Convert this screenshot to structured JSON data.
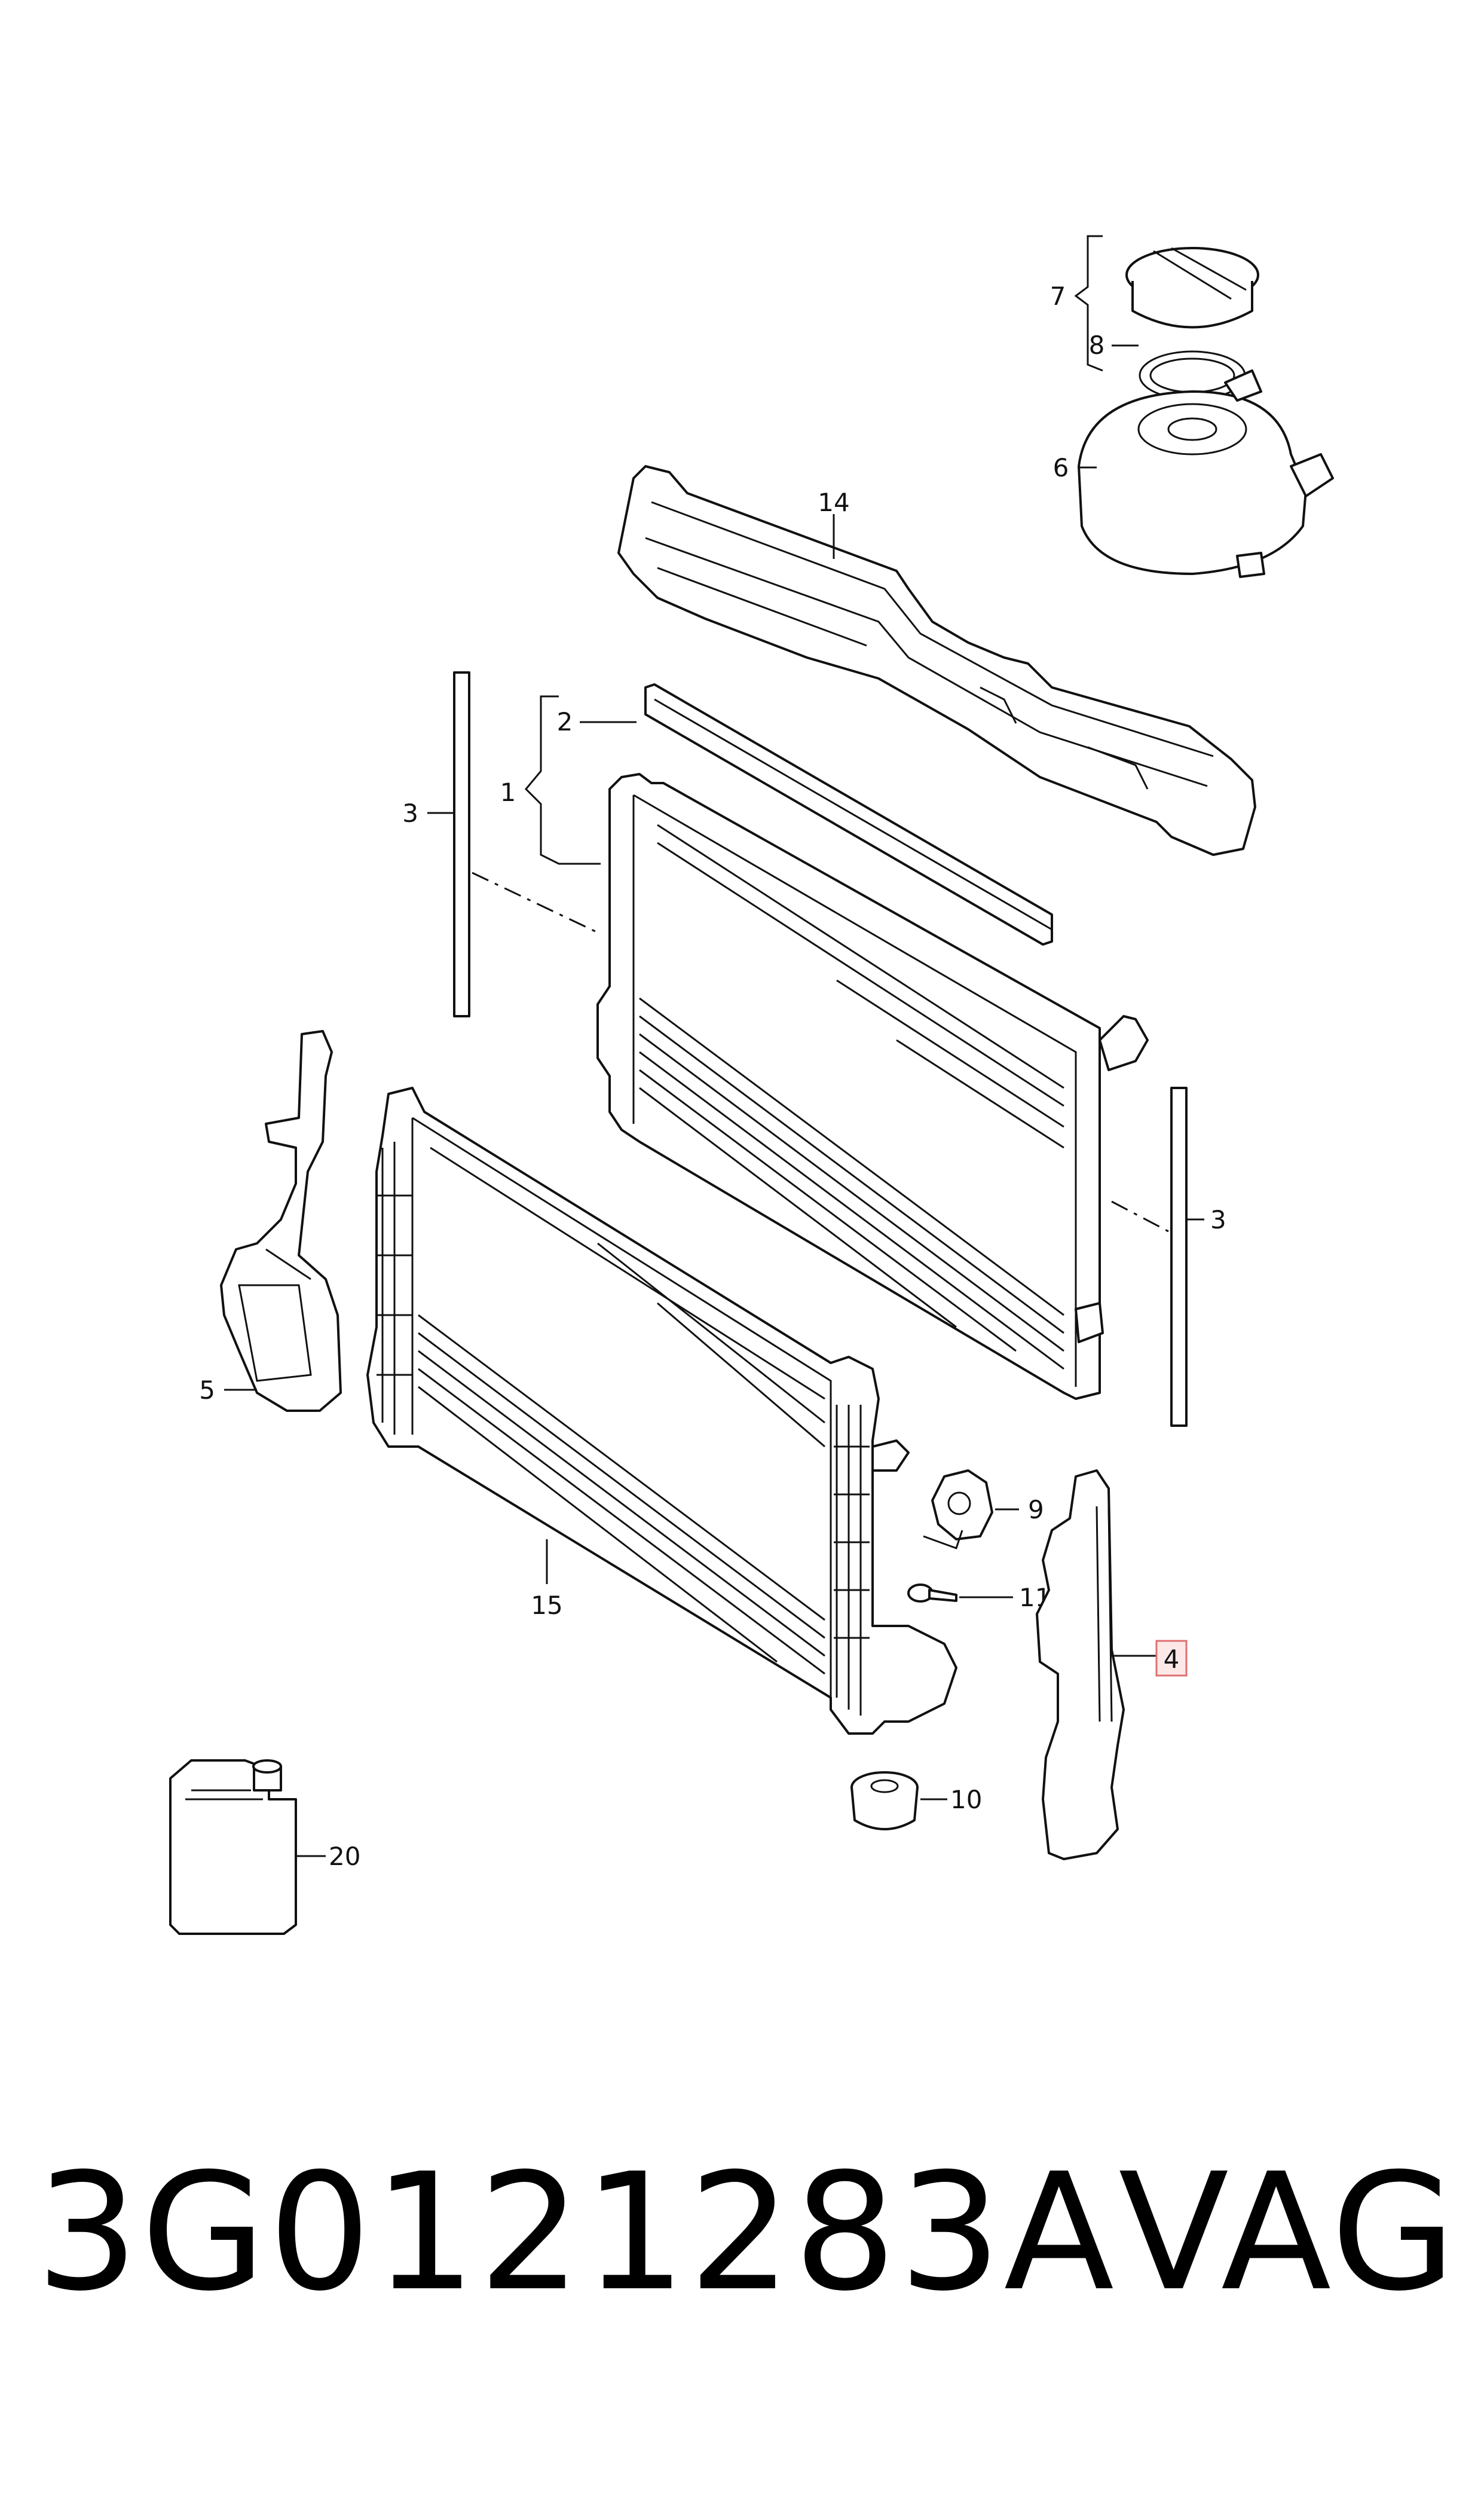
{
  "diagram": {
    "callouts": {
      "c1": "1",
      "c2": "2",
      "c3a": "3",
      "c3b": "3",
      "c4": "4",
      "c5": "5",
      "c6": "6",
      "c7": "7",
      "c8": "8",
      "c9": "9",
      "c10": "10",
      "c11": "11",
      "c14": "14",
      "c15": "15",
      "c20": "20"
    },
    "highlight_color": "#e07070"
  },
  "footer": {
    "part_number": "3G0121283A",
    "brand": "VAG"
  }
}
